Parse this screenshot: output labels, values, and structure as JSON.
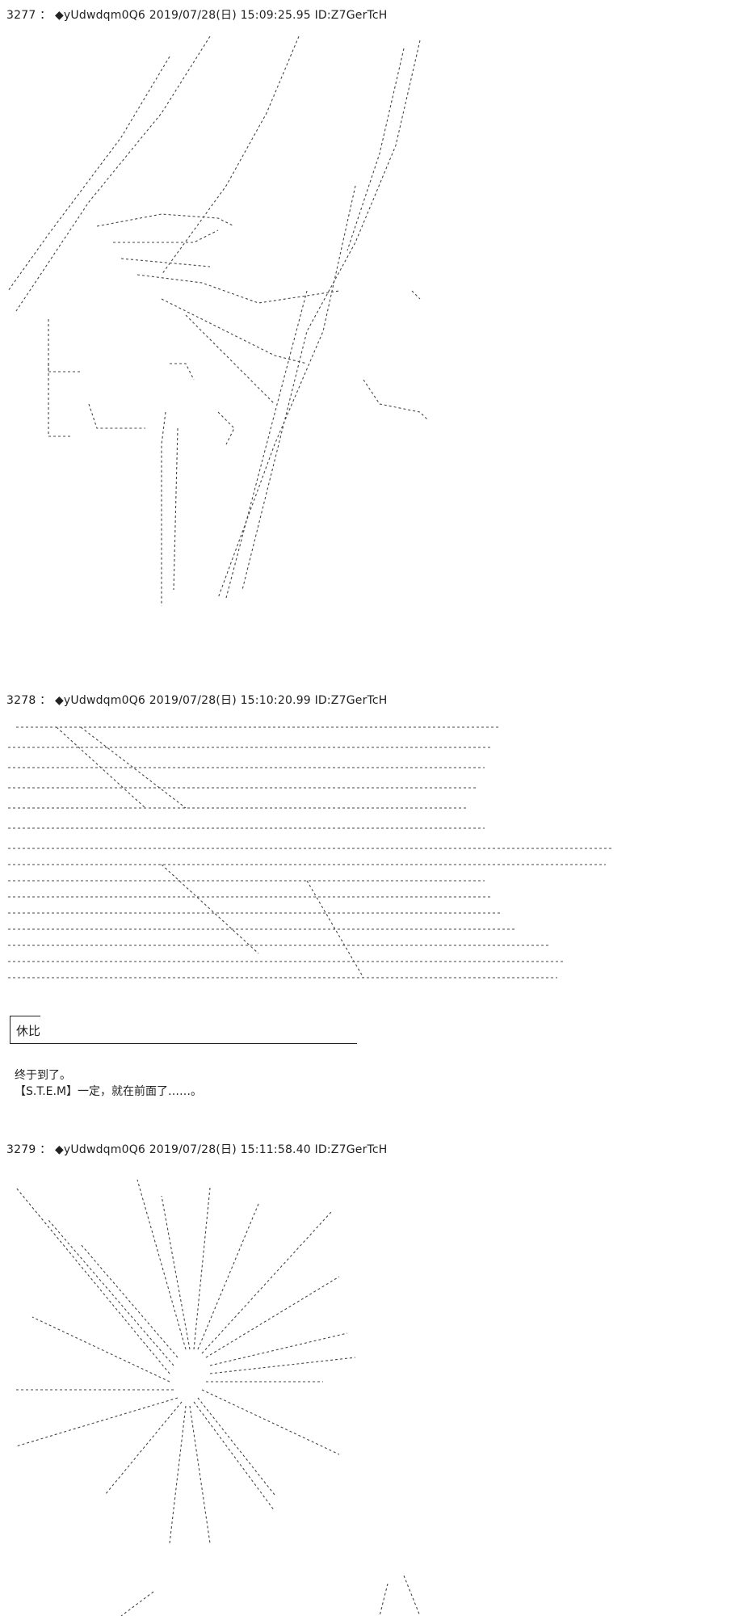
{
  "posts": [
    {
      "number": "3277",
      "separator": "：",
      "trip": "◆yUdwdqm0Q6",
      "datetime": "2019/07/28(日) 15:09:25.95",
      "id": "ID:Z7GerTcH"
    },
    {
      "number": "3278",
      "separator": "：",
      "trip": "◆yUdwdqm0Q6",
      "datetime": "2019/07/28(日) 15:10:20.99",
      "id": "ID:Z7GerTcH",
      "speaker": "休比",
      "lines": [
        "终于到了。",
        "【S.T.E.M】一定，就在前面了……。"
      ]
    },
    {
      "number": "3279",
      "separator": "：",
      "trip": "◆yUdwdqm0Q6",
      "datetime": "2019/07/28(日) 15:11:58.40",
      "id": "ID:Z7GerTcH"
    }
  ]
}
